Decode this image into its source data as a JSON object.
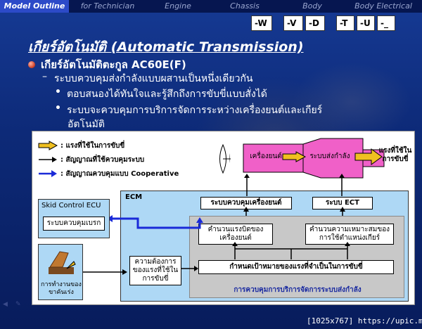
{
  "nav": {
    "tabs": [
      {
        "label": "Model Outline",
        "active": true
      },
      {
        "label": "for Technician",
        "active": false
      },
      {
        "label": "Engine",
        "active": false
      },
      {
        "label": "Chassis",
        "active": false
      },
      {
        "label": "Body",
        "active": false
      },
      {
        "label": "Body Electrical",
        "active": false
      }
    ]
  },
  "codes": [
    "-W",
    "-V",
    "-D",
    "-T",
    "-U",
    "-_"
  ],
  "title": "เกียร์อัตโนมัติ (Automatic Transmission)",
  "bullet1": "เกียร์อัตโนมัติตะกูล AC60E(F)",
  "dash_item": "ระบบควบคุมส่งกำลังแบบผสานเป็นหนึ่งเดียวกัน",
  "sub1": "ตอบสนองได้ทันใจและรู้สึกถึงการขับขี่แบบสั่งได้",
  "sub2_line1": "ระบบจะควบคุมการบริการจัดการระหว่างเครื่องยนต์และเกียร์",
  "sub2_line2": "อัตโนมัติ",
  "diagram": {
    "legend": {
      "power_flow": ": แรงที่ใช้ในการขับขี่",
      "control_signal": ": สัญญาณที่ใช้ควบคุมระบบ",
      "cooperative_signal": ": สัญญาณควบคุมแบบ Cooperative"
    },
    "engine": "เครื่องยนต์",
    "drivetrain": "ระบบส่งกำลัง",
    "drive_force_out": "แรงที่ใช้ในการขับขี่",
    "ecm_label": "ECM",
    "engine_control": "ระบบควบคุมเครื่องยนต์",
    "ect_system": "ระบบ ECT",
    "calc_engine_torque": "คำนวนแรงบิดของเครื่องยนต์",
    "calc_gear_position": "คำนวนความเหมาะสมของการใช้ตำแหน่งเกียร์",
    "target_drive_force": "กำหนดเป้าหมายของแรงที่จำเป็นในการขับขี่",
    "power_demand": "ความต้องการของแรงที่ใช้ในการขับขี่",
    "drivetrain_management": "การควบคุมการบริการจัดการระบบส่งกำลัง",
    "skid_ecu": "Skid Control ECU",
    "brake_control": "ระบบควบคุมเบรก",
    "accelerator_operation": "การทำงานของขาคันเร่ง"
  },
  "footer": {
    "watermark": "[1025x767] https://upic.me/"
  },
  "colors": {
    "nav_active": "#2c4ac8",
    "ecm_blue": "#aed8f5",
    "engine_pink": "#f060c8",
    "arrow_yellow": "#f0c020"
  }
}
